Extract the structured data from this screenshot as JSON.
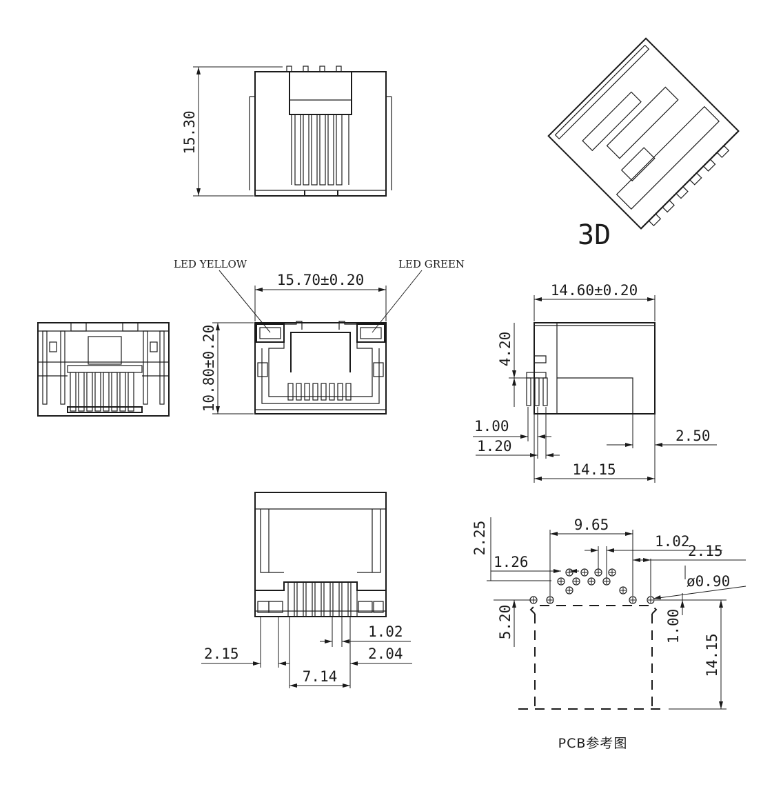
{
  "view_3d_label": "3D",
  "front_view": {
    "led_yellow": "LED YELLOW",
    "led_green": "LED GREEN",
    "width_dim": "15.70±0.20",
    "height_dim": "10.80±0.20"
  },
  "top_view": {
    "height_dim": "15.30"
  },
  "side_view": {
    "width_dim": "14.60±0.20",
    "dim_4_20": "4.20",
    "dim_1_00": "1.00",
    "dim_1_20": "1.20",
    "dim_2_50": "2.50",
    "dim_14_15": "14.15"
  },
  "bottom_view": {
    "dim_2_15": "2.15",
    "dim_1_02": "1.02",
    "dim_2_04": "2.04",
    "dim_7_14": "7.14"
  },
  "pcb_view": {
    "dim_2_25": "2.25",
    "dim_9_65": "9.65",
    "dim_1_02": "1.02",
    "dim_2_15": "2.15",
    "dim_1_26": "1.26",
    "dim_hole": "ø0.90",
    "dim_5_20": "5.20",
    "dim_1_00": "1.00",
    "dim_14_15": "14.15",
    "caption": "PCB参考图"
  }
}
